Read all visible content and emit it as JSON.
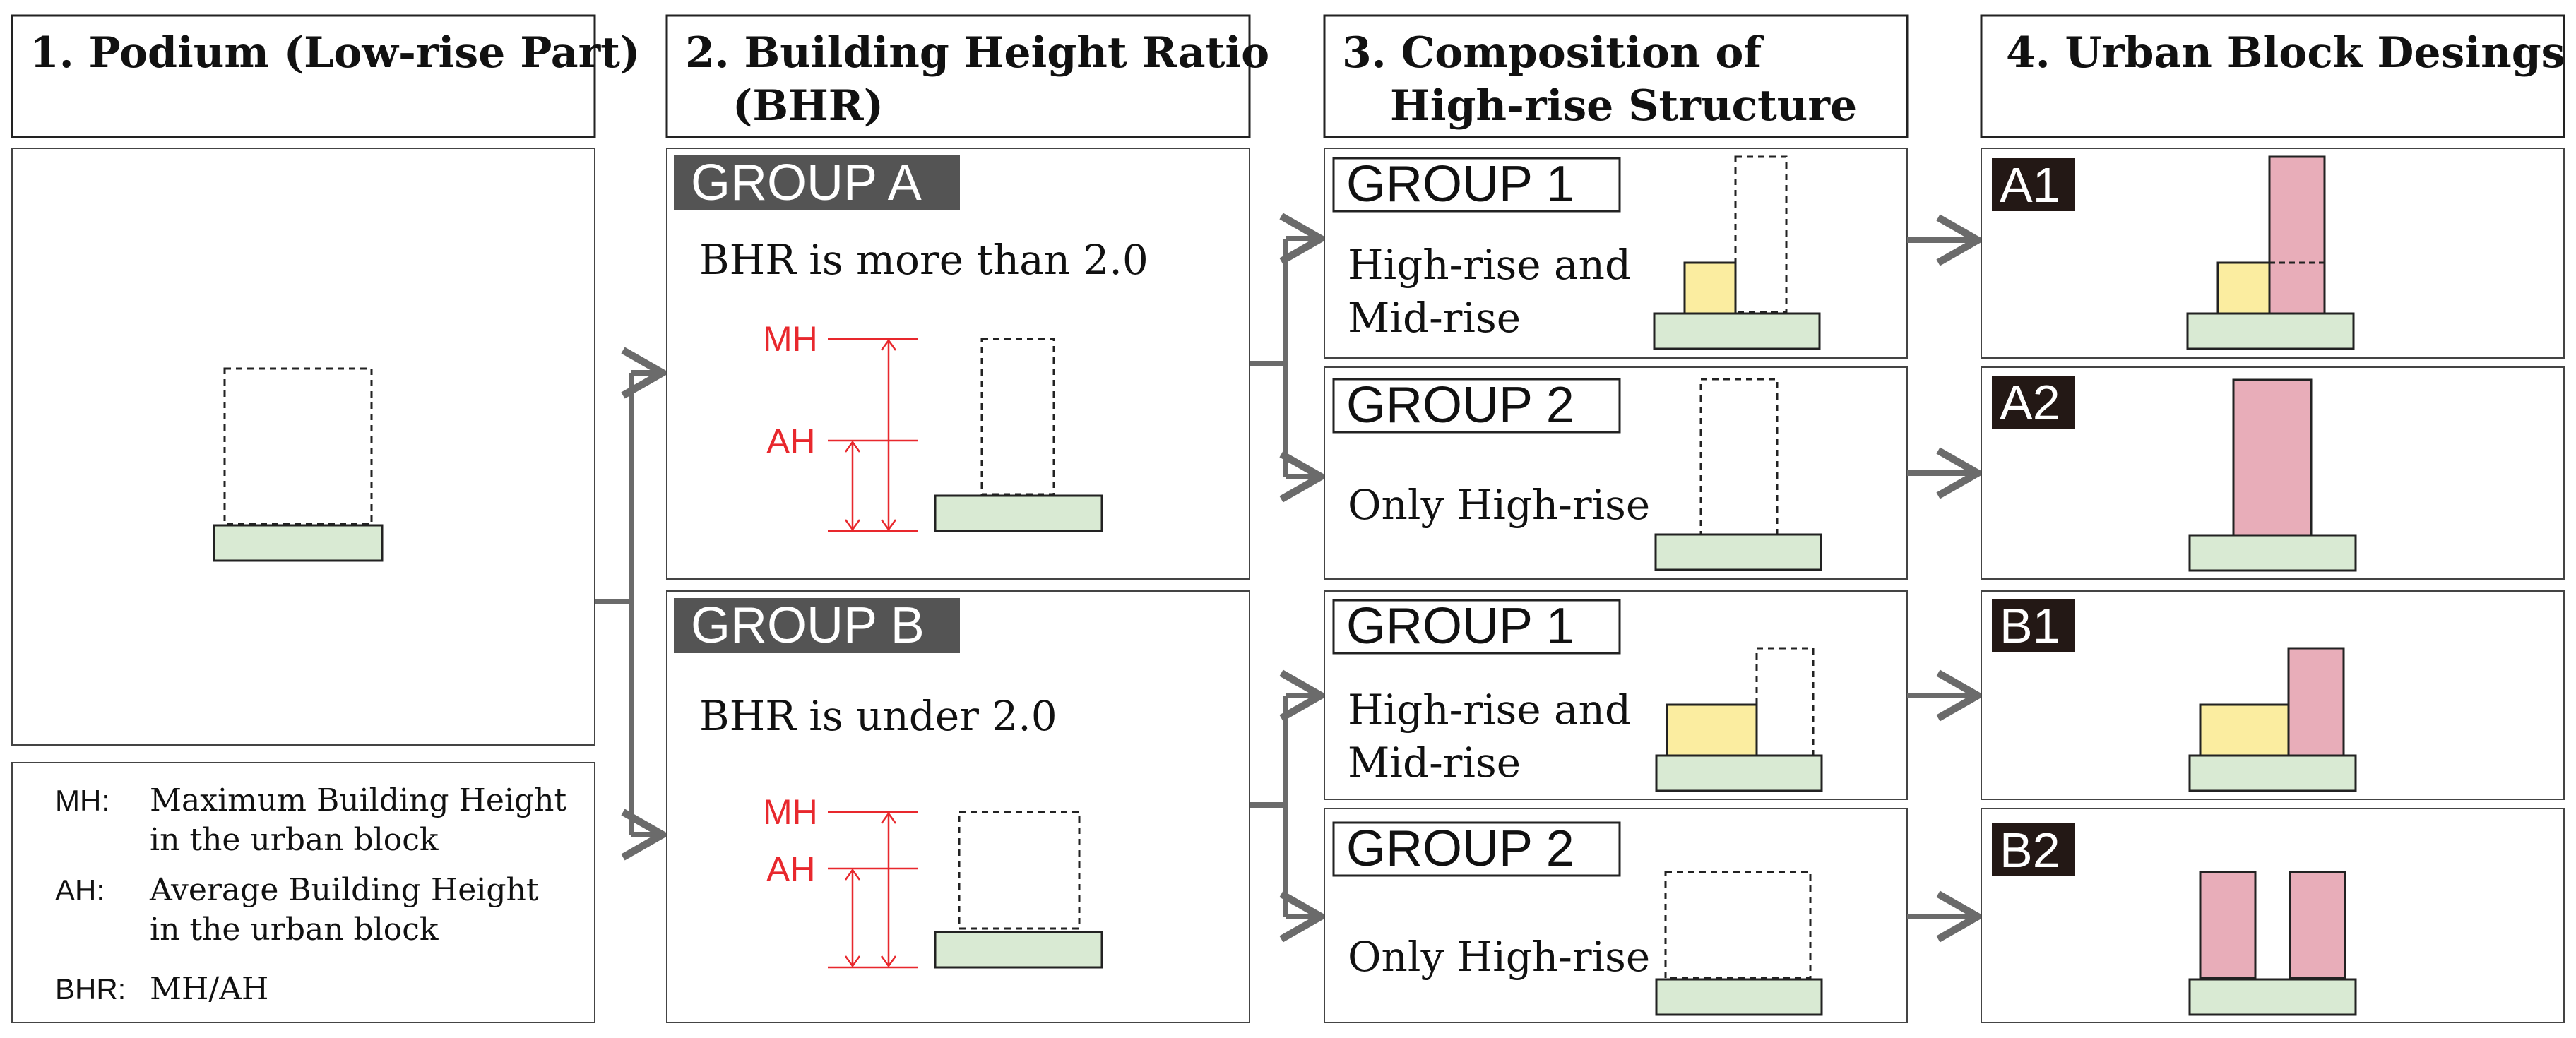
{
  "columns": [
    {
      "label_lines": [
        "1. Podium (Low-rise Part)"
      ]
    },
    {
      "label_lines": [
        "2. Building Height Ratio",
        "(BHR)"
      ]
    },
    {
      "label_lines": [
        "3. Composition of",
        "High-rise Structure"
      ]
    },
    {
      "label_lines": [
        "4. Urban Block Desings"
      ]
    }
  ],
  "groups": [
    {
      "tag": "GROUP A",
      "description": "BHR is more than 2.0",
      "mh_label": "MH",
      "ah_label": "AH"
    },
    {
      "tag": "GROUP B",
      "description": "BHR is under 2.0",
      "mh_label": "MH",
      "ah_label": "AH"
    }
  ],
  "compositions": [
    {
      "tag": "GROUP 1",
      "desc_lines": [
        "High-rise and",
        "Mid-rise"
      ]
    },
    {
      "tag": "GROUP 2",
      "desc_lines": [
        "Only High-rise"
      ]
    },
    {
      "tag": "GROUP 1",
      "desc_lines": [
        "High-rise and",
        "Mid-rise"
      ]
    },
    {
      "tag": "GROUP 2",
      "desc_lines": [
        "Only High-rise"
      ]
    }
  ],
  "designs": [
    {
      "tag": "A1"
    },
    {
      "tag": "A2"
    },
    {
      "tag": "B1"
    },
    {
      "tag": "B2"
    }
  ],
  "legend": [
    {
      "abbr": "MH:",
      "lines": [
        "Maximum Building Height",
        "in the urban block"
      ]
    },
    {
      "abbr": "AH:",
      "lines": [
        "Average Building Height",
        "in the urban block"
      ]
    },
    {
      "abbr": "BHR:",
      "lines": [
        "MH/AH"
      ]
    }
  ],
  "colors": {
    "podium": "#d9ead3",
    "mid_rise": "#fbeda0",
    "high_rise": "#e8adb9",
    "measure": "#e8282d",
    "arrow": "#6b6b6b",
    "tag_dark": "#545454",
    "tag_black": "#231815"
  }
}
